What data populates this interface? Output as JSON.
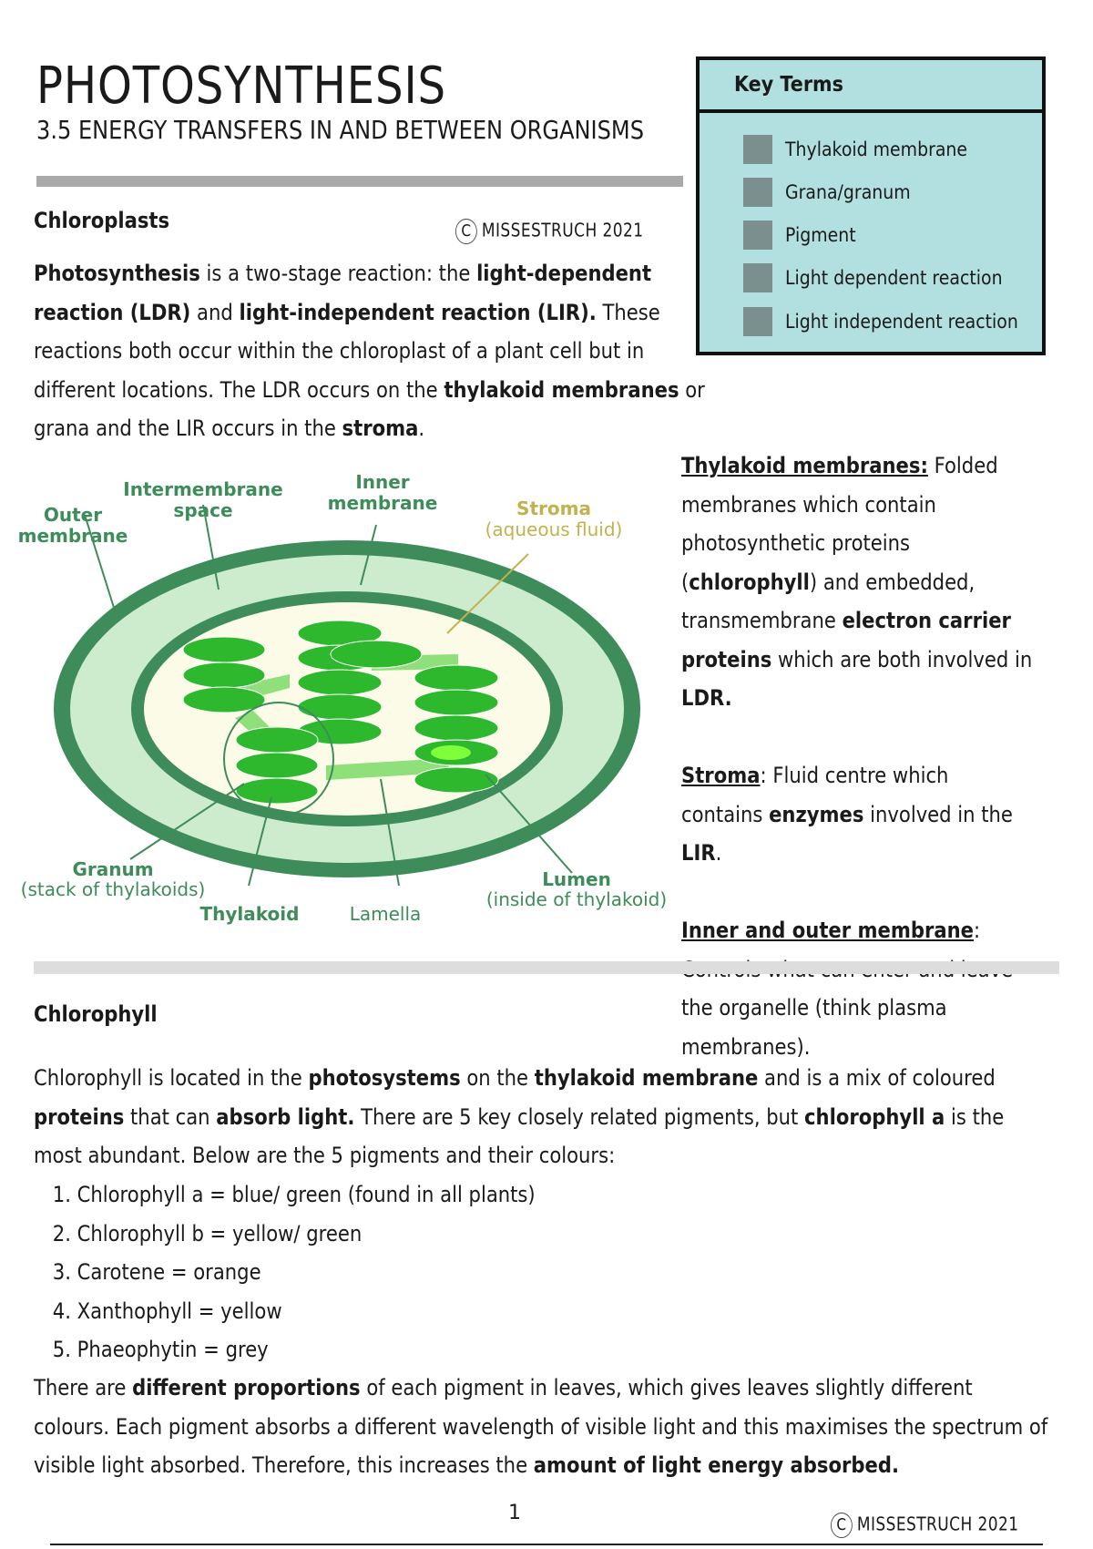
{
  "header": {
    "title": "PHOTOSYNTHESIS",
    "subtitle": "3.5 ENERGY TRANSFERS IN AND BETWEEN ORGANISMS"
  },
  "copyright": {
    "symbol": "C",
    "text": "MISSESTRUCH 2021"
  },
  "key_terms": {
    "heading": "Key Terms",
    "items": [
      "Thylakoid membrane",
      "Grana/granum",
      "Pigment",
      "Light dependent reaction",
      "Light independent reaction"
    ]
  },
  "chloroplasts": {
    "heading": "Chloroplasts",
    "intro": [
      {
        "t": "Photosynthesis",
        "b": true
      },
      {
        "t": " is a two-stage reaction: the ",
        "b": false
      },
      {
        "t": "light-dependent reaction (LDR)",
        "b": true
      },
      {
        "t": " and ",
        "b": false
      },
      {
        "t": "light-independent reaction (LIR).",
        "b": true
      },
      {
        "t": " These reactions both occur within the chloroplast of a plant cell but in different locations. The LDR occurs on the ",
        "b": false
      },
      {
        "t": "thylakoid membranes",
        "b": true
      },
      {
        "t": " or grana and the LIR occurs in the ",
        "b": false
      },
      {
        "t": "stroma",
        "b": true
      },
      {
        "t": ".",
        "b": false
      }
    ]
  },
  "diagram": {
    "labels": {
      "outer_membrane_1": "Outer",
      "outer_membrane_2": "membrane",
      "intermembrane_1": "Intermembrane",
      "intermembrane_2": "space",
      "inner_1": "Inner",
      "inner_2": "membrane",
      "stroma_1": "Stroma",
      "stroma_2": "(aqueous fluid)",
      "granum_1": "Granum",
      "granum_2": "(stack of thylakoids)",
      "thylakoid": "Thylakoid",
      "lamella": "Lamella",
      "lumen_1": "Lumen",
      "lumen_2": "(inside of thylakoid)"
    },
    "colors": {
      "outer_ring": "#3d8c5a",
      "intermembrane": "#cdeccd",
      "stroma": "#fbfbe8",
      "thylakoid": "#2eb82e",
      "lamella": "#8fe07a",
      "lumen": "#7fff3a",
      "label": "#3d8c5a",
      "stroma_label": "#c2b24f"
    }
  },
  "definitions": [
    {
      "term": "Thylakoid membranes:",
      "parts": [
        {
          "t": " Folded membranes which contain photosynthetic proteins (",
          "b": false
        },
        {
          "t": "chlorophyll",
          "b": true
        },
        {
          "t": ") and embedded, transmembrane ",
          "b": false
        },
        {
          "t": "electron carrier proteins",
          "b": true
        },
        {
          "t": " which are both involved in ",
          "b": false
        },
        {
          "t": "LDR.",
          "b": true
        }
      ],
      "term_bold": true
    },
    {
      "term": "Stroma",
      "parts": [
        {
          "t": ": Fluid centre which contains ",
          "b": false
        },
        {
          "t": "enzymes",
          "b": true
        },
        {
          "t": " involved in the ",
          "b": false
        },
        {
          "t": "LIR",
          "b": true
        },
        {
          "t": ".",
          "b": false
        }
      ],
      "term_bold": true
    },
    {
      "term": "Inner and outer membrane",
      "parts": [
        {
          "t": ": Controls what can enter and leave the organelle (think plasma membranes).",
          "b": false
        }
      ],
      "term_bold": true
    }
  ],
  "chlorophyll": {
    "heading": "Chlorophyll",
    "para1": [
      {
        "t": "Chlorophyll is located in the ",
        "b": false
      },
      {
        "t": "photosystems",
        "b": true
      },
      {
        "t": " on the ",
        "b": false
      },
      {
        "t": "thylakoid membrane",
        "b": true
      },
      {
        "t": " and is a mix of coloured ",
        "b": false
      },
      {
        "t": "proteins",
        "b": true
      },
      {
        "t": " that can ",
        "b": false
      },
      {
        "t": "absorb light.",
        "b": true
      },
      {
        "t": "  There are 5 key closely related pigments, but ",
        "b": false
      },
      {
        "t": "chlorophyll a",
        "b": true
      },
      {
        "t": " is the most abundant. Below are the 5 pigments and their colours:",
        "b": false
      }
    ],
    "pigments": [
      "Chlorophyll a = blue/ green (found in all plants)",
      "Chlorophyll b = yellow/ green",
      "Carotene = orange",
      "Xanthophyll = yellow",
      "Phaeophytin = grey"
    ],
    "para2": [
      {
        "t": "There are ",
        "b": false
      },
      {
        "t": "different proportions",
        "b": true
      },
      {
        "t": " of each pigment in leaves, which gives leaves slightly different colours.  Each pigment absorbs a different wavelength of visible light and this maximises the spectrum of visible light absorbed.  Therefore, this increases the ",
        "b": false
      },
      {
        "t": "amount of light energy absorbed.",
        "b": true
      }
    ]
  },
  "footer": {
    "page_number": "1",
    "copyright_text": "MISSESTRUCH 2021"
  }
}
